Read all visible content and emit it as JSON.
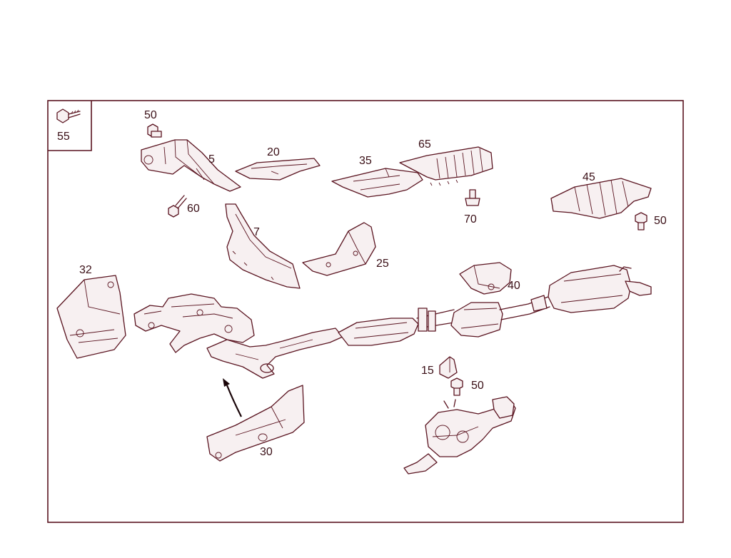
{
  "diagram": {
    "callouts": {
      "c55": "55",
      "c50_top": "50",
      "c5": "5",
      "c60": "60",
      "c20": "20",
      "c35": "35",
      "c65": "65",
      "c70": "70",
      "c45": "45",
      "c50_right": "50",
      "c7": "7",
      "c25": "25",
      "c32": "32",
      "c40": "40",
      "c15": "15",
      "c50_mid": "50",
      "c30": "30"
    }
  }
}
